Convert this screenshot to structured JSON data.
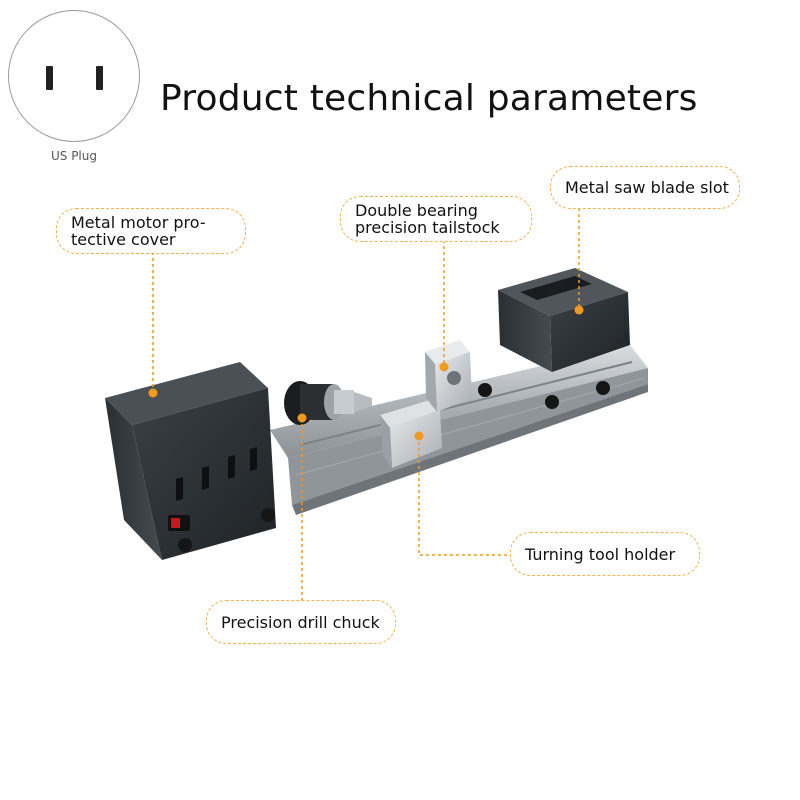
{
  "header": {
    "title": "Product technical parameters",
    "plug_label": "US Plug"
  },
  "icons": {
    "plug": "us-plug-icon"
  },
  "callouts": {
    "motor_cover": {
      "line1": "Metal motor pro-",
      "line2": "tective cover"
    },
    "tailstock": {
      "line1": "Double bearing",
      "line2": "precision tailstock"
    },
    "saw_slot": {
      "label": "Metal saw blade slot"
    },
    "tool_holder": {
      "label": "Turning tool holder"
    },
    "drill_chuck": {
      "label": "Precision drill chuck"
    }
  },
  "colors": {
    "accent": "#f29a1f",
    "callout_border": "#f2b04a",
    "metal_dark": "#2e3438",
    "rail": "#b9bec3"
  }
}
